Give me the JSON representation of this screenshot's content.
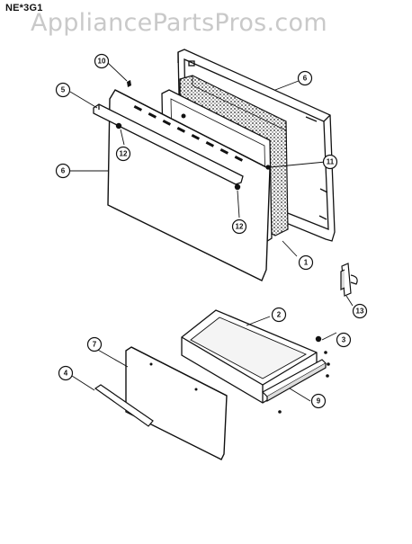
{
  "model_code": "NE*3G1",
  "watermark": "AppliancePartsPros.com",
  "callouts": [
    {
      "id": "callout-10",
      "label": "10"
    },
    {
      "id": "callout-5",
      "label": "5"
    },
    {
      "id": "callout-6-top",
      "label": "6"
    },
    {
      "id": "callout-12-left",
      "label": "12"
    },
    {
      "id": "callout-11",
      "label": "11"
    },
    {
      "id": "callout-6-left",
      "label": "6"
    },
    {
      "id": "callout-12-right",
      "label": "12"
    },
    {
      "id": "callout-1",
      "label": "1"
    },
    {
      "id": "callout-13",
      "label": "13"
    },
    {
      "id": "callout-2",
      "label": "2"
    },
    {
      "id": "callout-3",
      "label": "3"
    },
    {
      "id": "callout-7",
      "label": "7"
    },
    {
      "id": "callout-4",
      "label": "4"
    },
    {
      "id": "callout-9",
      "label": "9"
    }
  ]
}
